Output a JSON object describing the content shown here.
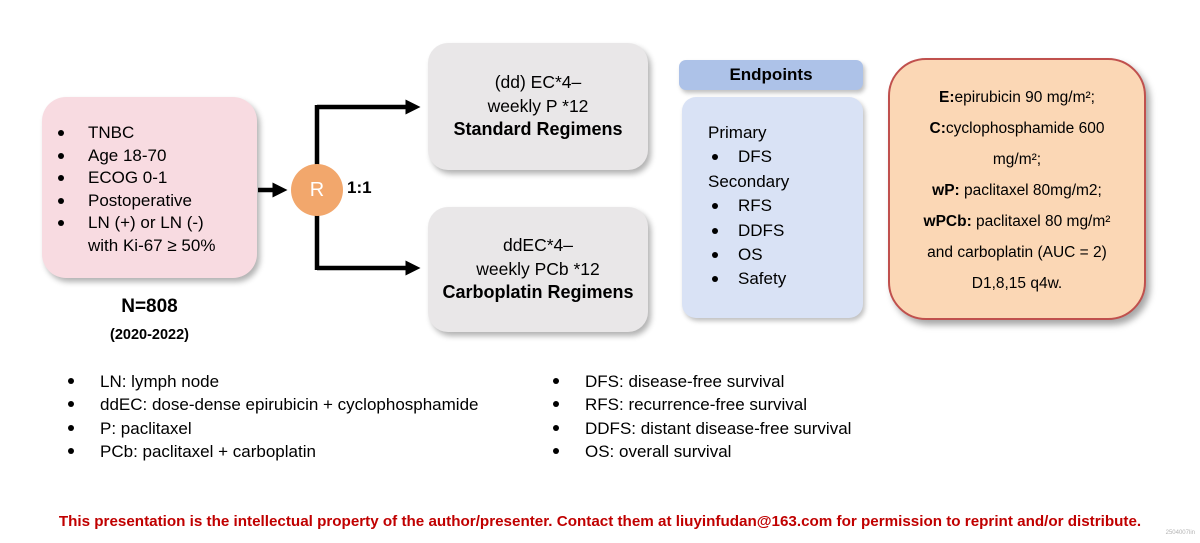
{
  "eligibility": {
    "items": [
      "TNBC",
      "Age 18-70",
      "ECOG 0-1",
      "Postoperative",
      "LN (+) or LN (-)"
    ],
    "continuation": "with Ki-67 ≥ 50%",
    "n_label": "N=808",
    "years_label": "(2020-2022)"
  },
  "randomization": {
    "symbol": "R",
    "ratio": "1:1"
  },
  "arms": [
    {
      "line1": "(dd) EC*4–",
      "line2": "weekly P *12",
      "title": "Standard Regimens"
    },
    {
      "line1": "ddEC*4–",
      "line2": "weekly PCb *12",
      "title": "Carboplatin Regimens"
    }
  ],
  "endpoints": {
    "header": "Endpoints",
    "primary_label": "Primary",
    "primary_items": [
      "DFS"
    ],
    "secondary_label": "Secondary",
    "secondary_items": [
      "RFS",
      "DDFS",
      "OS",
      "Safety"
    ]
  },
  "dose_box": {
    "lines": [
      {
        "bold": "E:",
        "text": "epirubicin 90 mg/m²;"
      },
      {
        "bold": "C:",
        "text": "cyclophosphamide 600"
      },
      {
        "bold": "",
        "text": "mg/m²;"
      },
      {
        "bold": "wP:",
        "text": " paclitaxel 80mg/m2;"
      },
      {
        "bold": "wPCb:",
        "text": " paclitaxel 80 mg/m²"
      },
      {
        "bold": "",
        "text": "and carboplatin (AUC = 2)"
      },
      {
        "bold": "",
        "text": "D1,8,15 q4w."
      }
    ]
  },
  "abbreviations": {
    "left": [
      "LN: lymph node",
      "ddEC: dose-dense epirubicin + cyclophosphamide",
      "P: paclitaxel",
      "PCb: paclitaxel + carboplatin"
    ],
    "right": [
      "DFS: disease-free survival",
      "RFS: recurrence-free survival",
      "DDFS: distant disease-free survival",
      "OS: overall survival"
    ]
  },
  "footer": {
    "notice": "This presentation is the intellectual property of the author/presenter. Contact them at liuyinfudan@163.com for permission to reprint and/or distribute.",
    "watermark": "2504007lin"
  },
  "colors": {
    "pink_box": "#f8dbe1",
    "randomization_circle": "#f2a76c",
    "arm_box": "#e9e7e8",
    "endpoints_header": "#adc2e8",
    "endpoints_body": "#d9e2f5",
    "dose_fill": "#fbd7b5",
    "dose_border": "#c0504d",
    "footer_red": "#c00000"
  }
}
